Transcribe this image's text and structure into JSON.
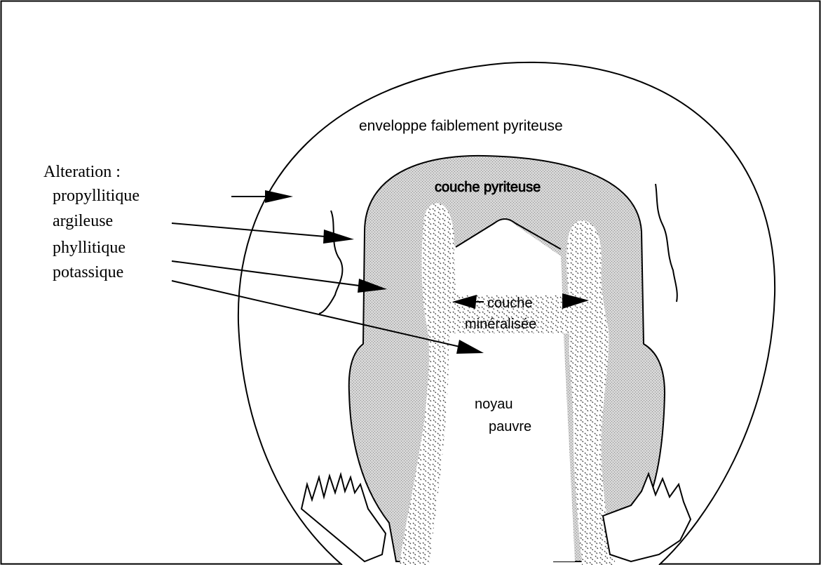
{
  "diagram": {
    "zones": {
      "outer_envelope": "enveloppe faiblement pyriteuse",
      "pyrite_layer": "couche pyriteuse",
      "mineralized_layer_line1": "couche",
      "mineralized_layer_line2": "minéralisée",
      "core_line1": "noyau",
      "core_line2": "pauvre"
    },
    "legend": {
      "title": "Alteration :",
      "items": [
        "propyllitique",
        "argileuse",
        "phyllitique",
        "potassique"
      ]
    },
    "colors": {
      "line": "#000000",
      "pyrite_fill": "#c8c8c8",
      "background": "#ffffff"
    }
  }
}
